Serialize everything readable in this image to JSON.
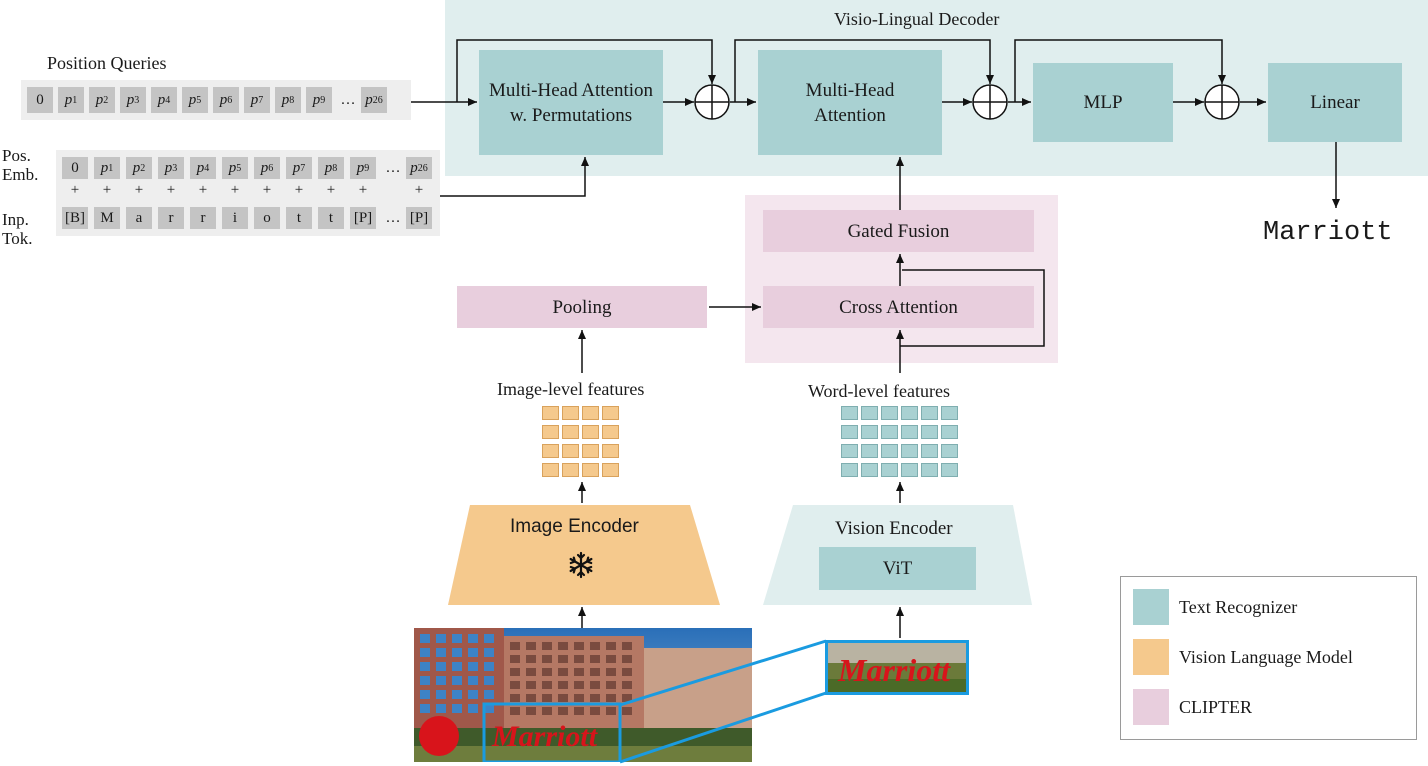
{
  "decoder": {
    "title": "Visio-Lingual Decoder",
    "mha_perm": "Multi-Head Attention w. Permutations",
    "mha": "Multi-Head Attention",
    "mlp": "MLP",
    "linear": "Linear",
    "output": "Marriott"
  },
  "position_queries": {
    "label": "Position Queries",
    "tokens": [
      "0",
      "p1",
      "p2",
      "p3",
      "p4",
      "p5",
      "p6",
      "p7",
      "p8",
      "p9",
      "…",
      "p26"
    ]
  },
  "pos_emb": {
    "label_line1": "Pos.",
    "label_line2": "Emb.",
    "tokens": [
      "0",
      "p1",
      "p2",
      "p3",
      "p4",
      "p5",
      "p6",
      "p7",
      "p8",
      "p9",
      "…",
      "p26"
    ]
  },
  "inp_tok": {
    "label_line1": "Inp.",
    "label_line2": "Tok.",
    "tokens": [
      "[B]",
      "M",
      "a",
      "r",
      "r",
      "i",
      "o",
      "t",
      "t",
      "[P]",
      "…",
      "[P]"
    ]
  },
  "plus_sign": "+",
  "clipter": {
    "gated_fusion": "Gated Fusion",
    "cross_attention": "Cross Attention",
    "pooling": "Pooling"
  },
  "features": {
    "image_level": "Image-level features",
    "word_level": "Word-level features"
  },
  "encoders": {
    "image_encoder": "Image Encoder",
    "vision_encoder": "Vision Encoder",
    "vit": "ViT",
    "frozen_icon": "snowflake-icon"
  },
  "photo": {
    "sign_text": "Marriott",
    "crop_text": "Marriott"
  },
  "legend": [
    {
      "label": "Text Recognizer",
      "color": "#a9d1d2"
    },
    {
      "label": "Vision Language Model",
      "color": "#f5c98d"
    },
    {
      "label": "CLIPTER",
      "color": "#e8cedd"
    }
  ],
  "colors": {
    "text_recognizer": "#a9d1d2",
    "vision_language_model": "#f5c98d",
    "clipter": "#e8cedd",
    "crop_highlight": "#1a9be0",
    "sign_red": "#d8141b"
  }
}
